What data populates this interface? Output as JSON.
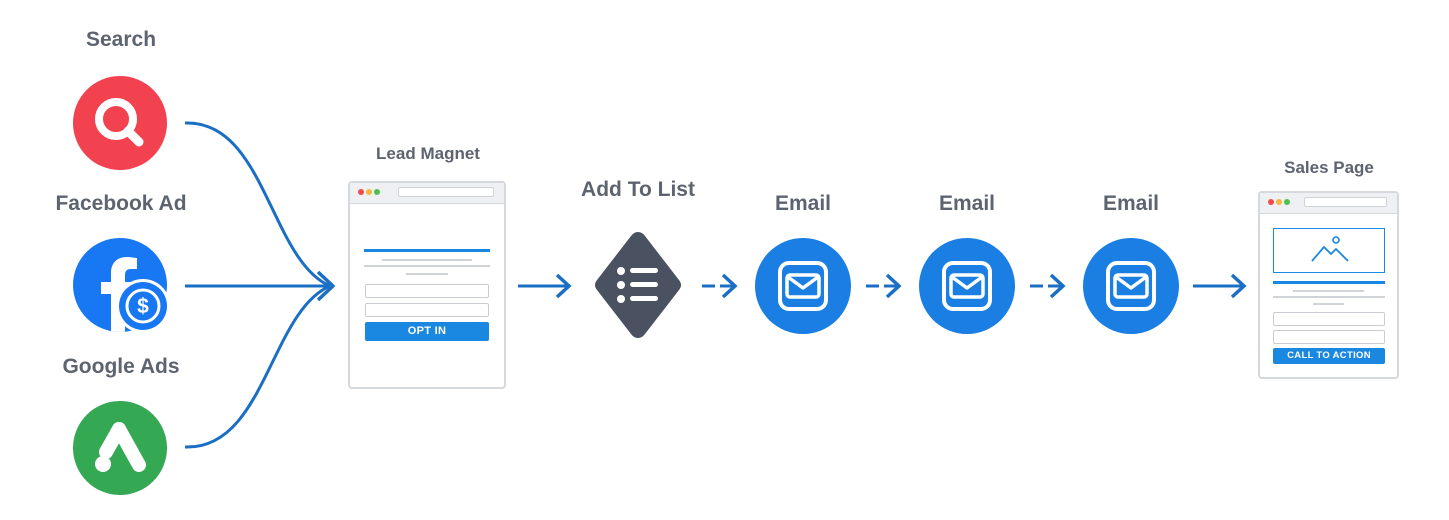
{
  "sources": {
    "search": {
      "label": "Search",
      "icon": "search-icon",
      "color": "#f2414f"
    },
    "facebook": {
      "label": "Facebook Ad",
      "icon": "facebook-dollar-icon",
      "color": "#1877f2"
    },
    "google": {
      "label": "Google Ads",
      "icon": "google-ads-icon",
      "color": "#34a853"
    }
  },
  "steps": {
    "lead_magnet": {
      "label": "Lead Magnet",
      "button": "OPT IN"
    },
    "add_to_list": {
      "label": "Add To List",
      "icon": "list-icon",
      "color": "#4a5160"
    },
    "emails": [
      {
        "label": "Email",
        "icon": "envelope-icon"
      },
      {
        "label": "Email",
        "icon": "envelope-icon"
      },
      {
        "label": "Email",
        "icon": "envelope-icon"
      }
    ],
    "sales_page": {
      "label": "Sales Page",
      "button": "CALL TO ACTION",
      "icon": "image-placeholder-icon"
    }
  },
  "colors": {
    "accent_blue": "#1a7ee3",
    "connector": "#1a6fc4",
    "label_gray": "#5d6470"
  }
}
